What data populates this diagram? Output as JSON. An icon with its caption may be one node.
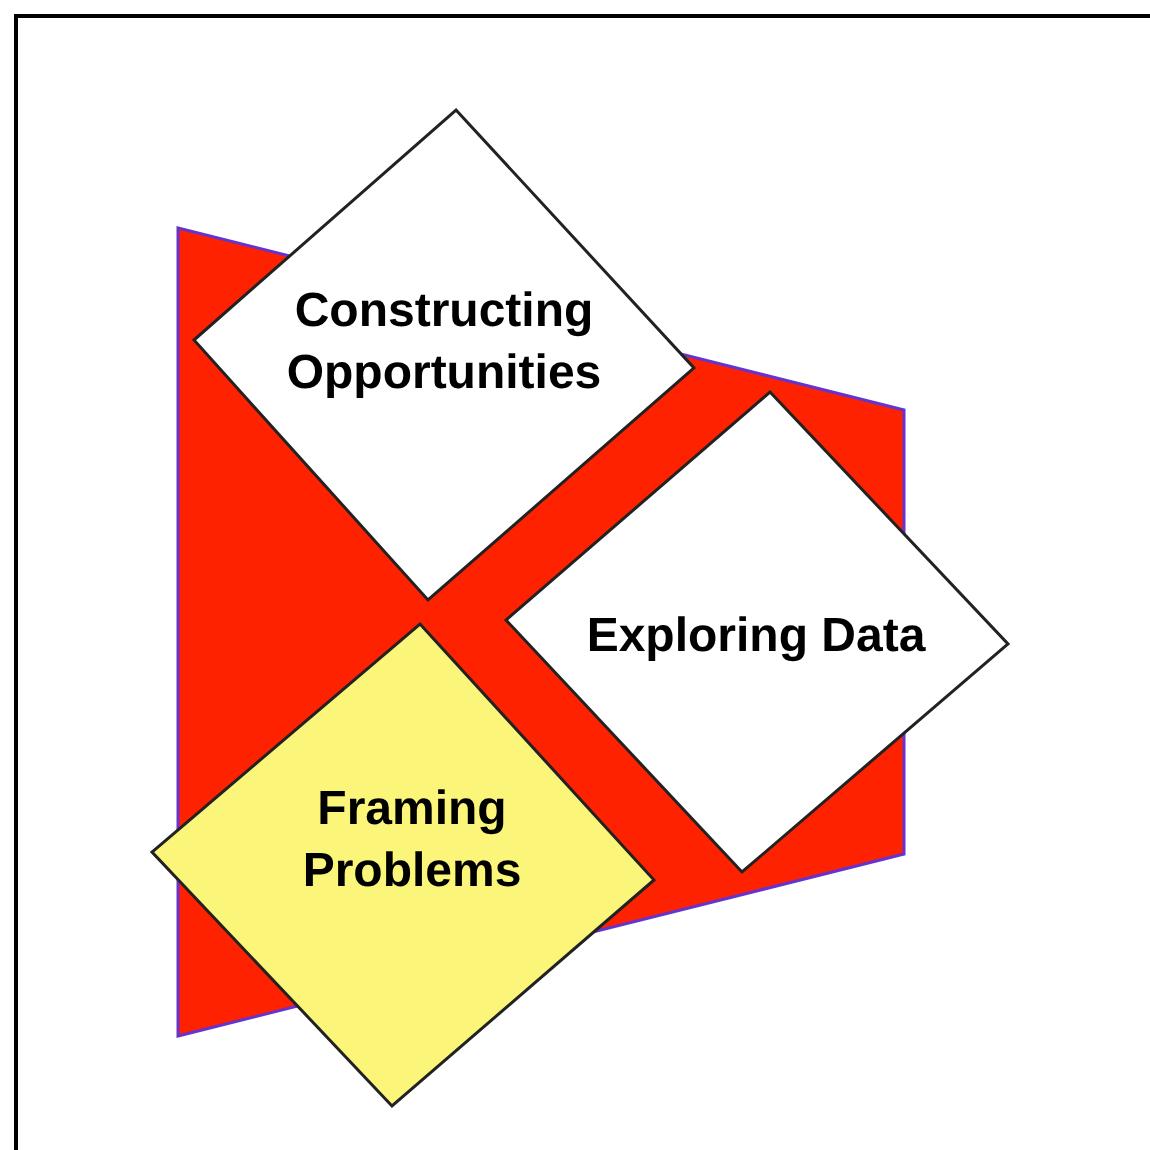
{
  "diagram": {
    "nodes": [
      {
        "text": [
          "Constructing Opportunities"
        ]
      },
      {
        "text": [
          "Exploring Data"
        ]
      },
      {
        "text": [
          "Framing Problems"
        ]
      }
    ]
  }
}
